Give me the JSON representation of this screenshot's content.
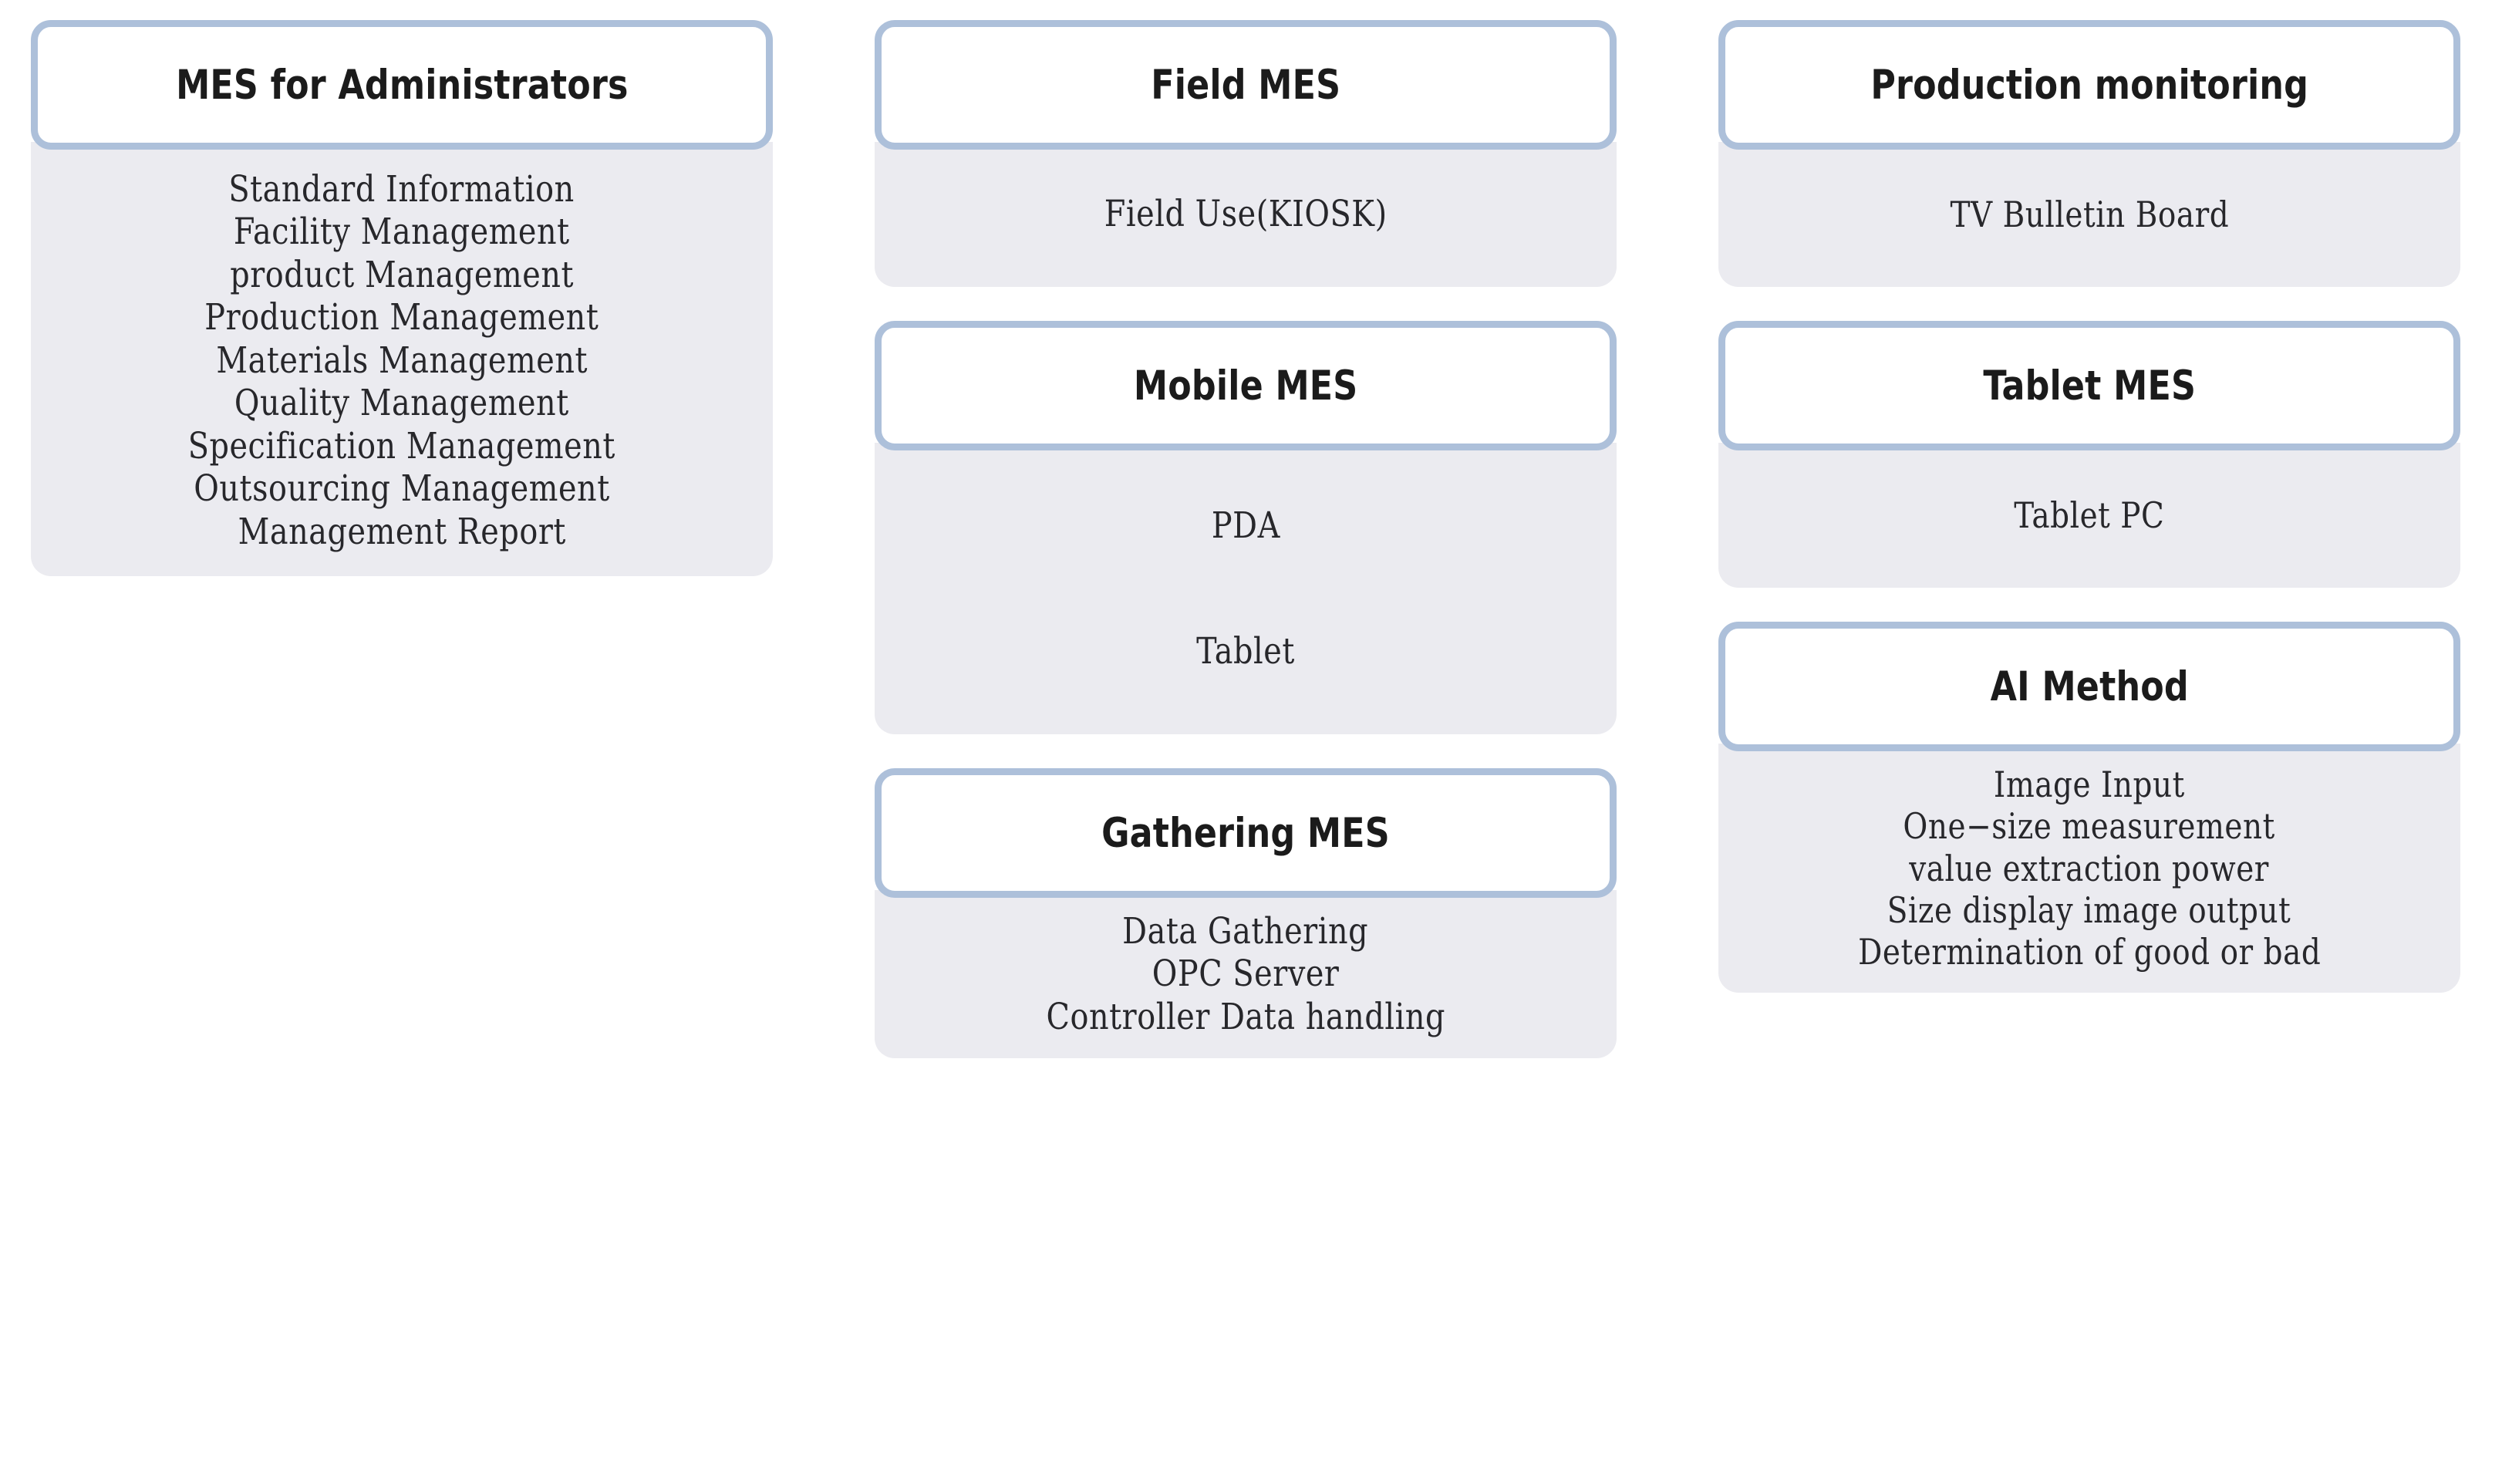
{
  "theme": {
    "header_border_color": "#adc0da",
    "header_fill_color": "#ffffff",
    "body_fill_color": "#ebebf0",
    "page_background": "#ffffff",
    "title_text_color": "#1b1b1b",
    "item_text_color": "#27272b"
  },
  "columns": [
    {
      "id": "col-left",
      "groups": [
        {
          "id": "grp-admin",
          "title": "MES for Administrators",
          "items": [
            "Standard Information",
            "Facility Management",
            "product Management",
            "Production Management",
            "Materials Management",
            "Quality Management",
            "Specification Management",
            "Outsourcing Management",
            "Management Report"
          ]
        }
      ]
    },
    {
      "id": "col-mid",
      "groups": [
        {
          "id": "grp-field",
          "title": "Field MES",
          "items": [
            "Field Use(KIOSK)"
          ]
        },
        {
          "id": "grp-mobile",
          "title": "Mobile MES",
          "items": [
            "PDA",
            "Tablet"
          ]
        },
        {
          "id": "grp-gather",
          "title": "Gathering MES",
          "items": [
            "Data Gathering",
            "OPC Server",
            "Controller Data handling"
          ]
        }
      ]
    },
    {
      "id": "col-right",
      "groups": [
        {
          "id": "grp-prod",
          "title": "Production monitoring",
          "items": [
            "TV Bulletin Board"
          ]
        },
        {
          "id": "grp-tablet",
          "title": "Tablet MES",
          "items": [
            "Tablet PC"
          ]
        },
        {
          "id": "grp-ai",
          "title": "AI Method",
          "items": [
            "Image Input",
            "One−size measurement\nvalue extraction power",
            "Size display image output",
            "Determination of good or bad"
          ]
        }
      ]
    }
  ]
}
